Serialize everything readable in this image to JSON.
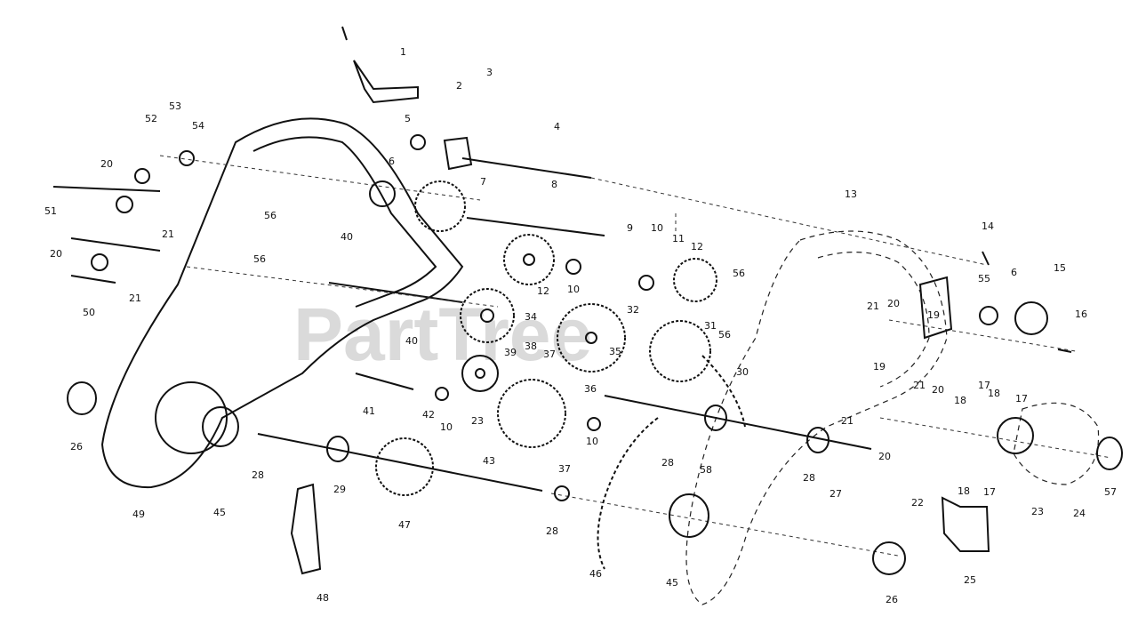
{
  "watermark": "PartTree",
  "callouts": [
    {
      "id": "c1",
      "text": "1"
    },
    {
      "id": "c2",
      "text": "2"
    },
    {
      "id": "c3",
      "text": "3"
    },
    {
      "id": "c4",
      "text": "4"
    },
    {
      "id": "c5",
      "text": "5"
    },
    {
      "id": "c6a",
      "text": "6"
    },
    {
      "id": "c7",
      "text": "7"
    },
    {
      "id": "c8",
      "text": "8"
    },
    {
      "id": "c9",
      "text": "9"
    },
    {
      "id": "c10a",
      "text": "10"
    },
    {
      "id": "c11",
      "text": "11"
    },
    {
      "id": "c12a",
      "text": "12"
    },
    {
      "id": "c13",
      "text": "13"
    },
    {
      "id": "c14",
      "text": "14"
    },
    {
      "id": "c15",
      "text": "15"
    },
    {
      "id": "c16",
      "text": "16"
    },
    {
      "id": "c52",
      "text": "52"
    },
    {
      "id": "c53",
      "text": "53"
    },
    {
      "id": "c54",
      "text": "54"
    },
    {
      "id": "c20a",
      "text": "20"
    },
    {
      "id": "c21a",
      "text": "21"
    },
    {
      "id": "c51",
      "text": "51"
    },
    {
      "id": "c56a",
      "text": "56"
    },
    {
      "id": "c40a",
      "text": "40"
    },
    {
      "id": "c20b",
      "text": "20"
    },
    {
      "id": "c21b",
      "text": "21"
    },
    {
      "id": "c56b",
      "text": "56"
    },
    {
      "id": "c50",
      "text": "50"
    },
    {
      "id": "c12b",
      "text": "12"
    },
    {
      "id": "c10b",
      "text": "10"
    },
    {
      "id": "c56c",
      "text": "56"
    },
    {
      "id": "c55",
      "text": "55"
    },
    {
      "id": "c6b",
      "text": "6"
    },
    {
      "id": "c21c",
      "text": "21"
    },
    {
      "id": "c20c",
      "text": "20"
    },
    {
      "id": "c19a",
      "text": "19"
    },
    {
      "id": "c40b",
      "text": "40"
    },
    {
      "id": "c34",
      "text": "34"
    },
    {
      "id": "c32",
      "text": "32"
    },
    {
      "id": "c31",
      "text": "31"
    },
    {
      "id": "c56d",
      "text": "56"
    },
    {
      "id": "c39",
      "text": "39"
    },
    {
      "id": "c38",
      "text": "38"
    },
    {
      "id": "c37a",
      "text": "37"
    },
    {
      "id": "c35",
      "text": "35"
    },
    {
      "id": "c36",
      "text": "36"
    },
    {
      "id": "c30",
      "text": "30"
    },
    {
      "id": "c21d",
      "text": "21"
    },
    {
      "id": "c20d",
      "text": "20"
    },
    {
      "id": "c18a",
      "text": "18"
    },
    {
      "id": "c17a",
      "text": "17"
    },
    {
      "id": "c19b",
      "text": "19"
    },
    {
      "id": "c41",
      "text": "41"
    },
    {
      "id": "c42",
      "text": "42"
    },
    {
      "id": "c10c",
      "text": "10"
    },
    {
      "id": "c23a",
      "text": "23"
    },
    {
      "id": "c43",
      "text": "43"
    },
    {
      "id": "c10d",
      "text": "10"
    },
    {
      "id": "c26a",
      "text": "26"
    },
    {
      "id": "c28a",
      "text": "28"
    },
    {
      "id": "c21e",
      "text": "21"
    },
    {
      "id": "c20e",
      "text": "20"
    },
    {
      "id": "c18b",
      "text": "18"
    },
    {
      "id": "c17b",
      "text": "17"
    },
    {
      "id": "c17c",
      "text": "17"
    },
    {
      "id": "c18c",
      "text": "18"
    },
    {
      "id": "c28b",
      "text": "28"
    },
    {
      "id": "c58",
      "text": "58"
    },
    {
      "id": "c28c",
      "text": "28"
    },
    {
      "id": "c27",
      "text": "27"
    },
    {
      "id": "c22",
      "text": "22"
    },
    {
      "id": "c23b",
      "text": "23"
    },
    {
      "id": "c24",
      "text": "24"
    },
    {
      "id": "c57",
      "text": "57"
    },
    {
      "id": "c49",
      "text": "49"
    },
    {
      "id": "c45a",
      "text": "45"
    },
    {
      "id": "c29",
      "text": "29"
    },
    {
      "id": "c47",
      "text": "47"
    },
    {
      "id": "c37b",
      "text": "37"
    },
    {
      "id": "c28d",
      "text": "28"
    },
    {
      "id": "c46",
      "text": "46"
    },
    {
      "id": "c45b",
      "text": "45"
    },
    {
      "id": "c26b",
      "text": "26"
    },
    {
      "id": "c25",
      "text": "25"
    },
    {
      "id": "c48",
      "text": "48"
    }
  ]
}
